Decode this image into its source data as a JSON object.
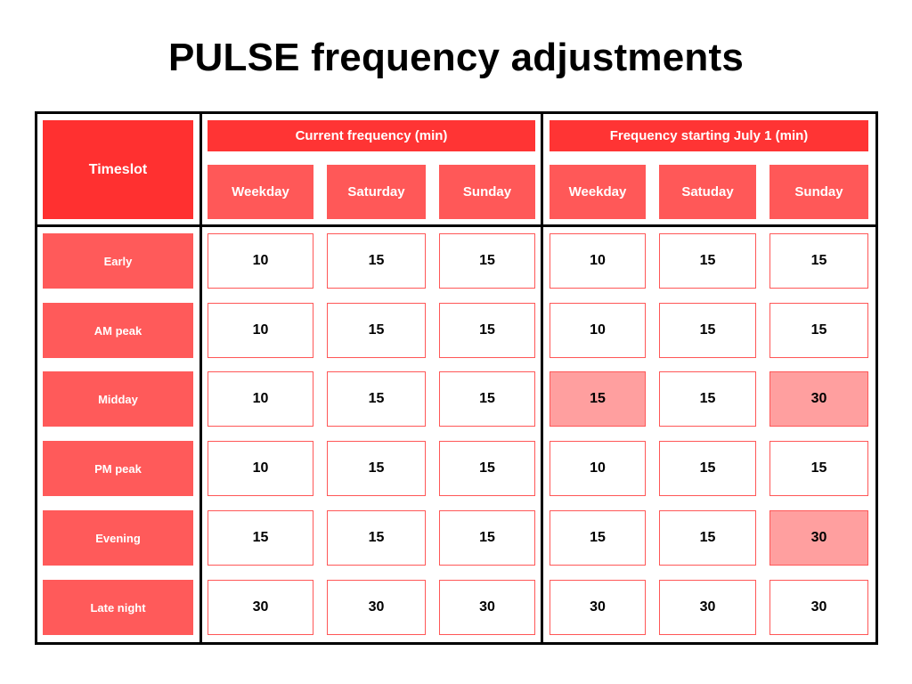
{
  "title": "PULSE frequency adjustments",
  "timeslot_header": "Timeslot",
  "groups": [
    {
      "label": "Current frequency (min)",
      "days": [
        "Weekday",
        "Saturday",
        "Sunday"
      ]
    },
    {
      "label": "Frequency starting July 1 (min)",
      "days": [
        "Weekday",
        "Satuday",
        "Sunday"
      ]
    }
  ],
  "rows": [
    {
      "label": "Early",
      "current": [
        "10",
        "15",
        "15"
      ],
      "new": [
        "10",
        "15",
        "15"
      ],
      "changed": [
        false,
        false,
        false
      ]
    },
    {
      "label": "AM peak",
      "current": [
        "10",
        "15",
        "15"
      ],
      "new": [
        "10",
        "15",
        "15"
      ],
      "changed": [
        false,
        false,
        false
      ]
    },
    {
      "label": "Midday",
      "current": [
        "10",
        "15",
        "15"
      ],
      "new": [
        "15",
        "15",
        "30"
      ],
      "changed": [
        true,
        false,
        true
      ]
    },
    {
      "label": "PM peak",
      "current": [
        "10",
        "15",
        "15"
      ],
      "new": [
        "10",
        "15",
        "15"
      ],
      "changed": [
        false,
        false,
        false
      ]
    },
    {
      "label": "Evening",
      "current": [
        "15",
        "15",
        "15"
      ],
      "new": [
        "15",
        "15",
        "30"
      ],
      "changed": [
        false,
        false,
        true
      ]
    },
    {
      "label": "Late night",
      "current": [
        "30",
        "30",
        "30"
      ],
      "new": [
        "30",
        "30",
        "30"
      ],
      "changed": [
        false,
        false,
        false
      ]
    }
  ],
  "colors": {
    "header_dark": "#ff3434",
    "header_light": "#ff5858",
    "changed_cell": "#ff9f9f",
    "cell_border": "#ff5757"
  }
}
